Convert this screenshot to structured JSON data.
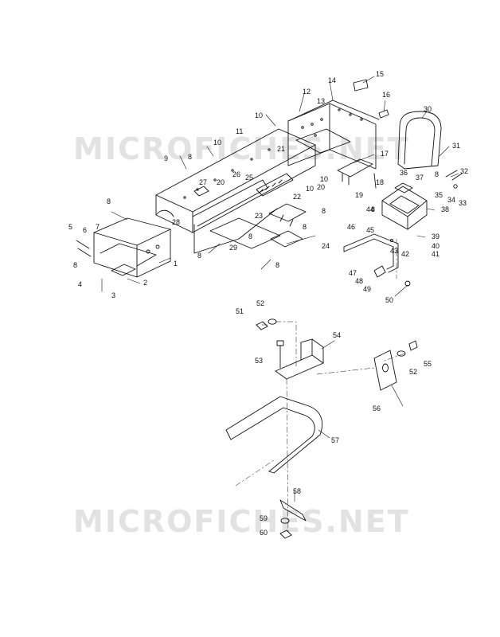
{
  "watermark": {
    "top_text": "MICROFICHES.NET",
    "bottom_text": "MICROFICHES.NET"
  },
  "colors": {
    "ink": "#111111",
    "paper": "#ffffff",
    "watermark": "#e2e2e2"
  },
  "part_numbers": {
    "p1": "1",
    "p2": "2",
    "p3": "3",
    "p4": "4",
    "p5": "5",
    "p6": "6",
    "p7": "7",
    "p8a": "8",
    "p8b": "8",
    "p8c": "8",
    "p8d": "8",
    "p8e": "8",
    "p8f": "8",
    "p8g": "8",
    "p8h": "8",
    "p8i": "8",
    "p8j": "8",
    "p9": "9",
    "p10a": "10",
    "p10b": "10",
    "p10c": "10",
    "p10d": "10",
    "p11": "11",
    "p12": "12",
    "p13": "13",
    "p14": "14",
    "p15": "15",
    "p16": "16",
    "p17": "17",
    "p18": "18",
    "p19": "19",
    "p20a": "20",
    "p20b": "20",
    "p21": "21",
    "p22": "22",
    "p23": "23",
    "p24": "24",
    "p25": "25",
    "p26": "26",
    "p27": "27",
    "p28": "28",
    "p29": "29",
    "p30": "30",
    "p31": "31",
    "p32": "32",
    "p33": "33",
    "p34": "34",
    "p35": "35",
    "p36": "36",
    "p37": "37",
    "p38": "38",
    "p39": "39",
    "p40": "40",
    "p41": "41",
    "p42": "42",
    "p43": "43",
    "p44": "44",
    "p45": "45",
    "p46": "46",
    "p47": "47",
    "p48": "48",
    "p49": "49",
    "p50": "50",
    "p51": "51",
    "p52a": "52",
    "p52b": "52",
    "p53": "53",
    "p54": "54",
    "p55": "55",
    "p56": "56",
    "p57": "57",
    "p58": "58",
    "p59": "59",
    "p60": "60"
  }
}
